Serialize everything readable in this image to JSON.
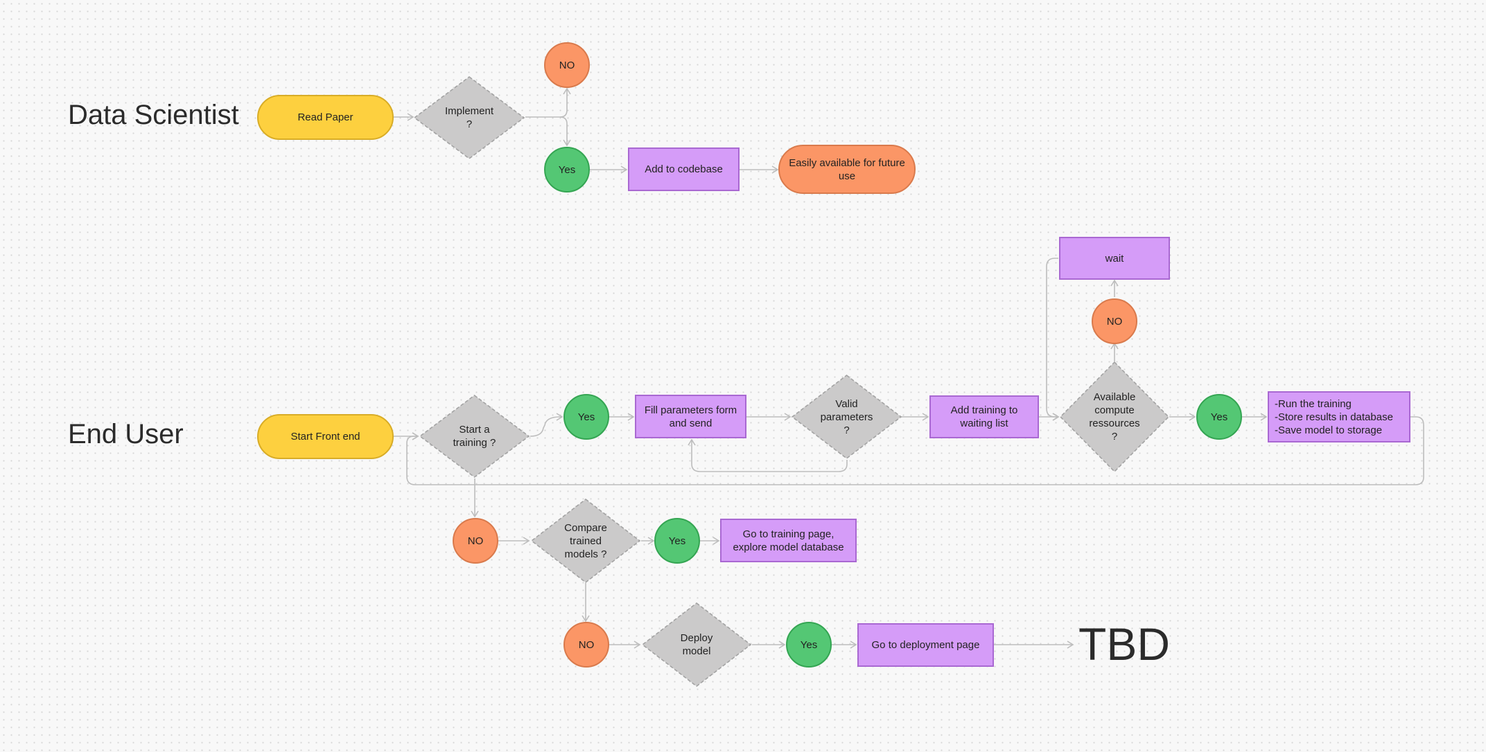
{
  "lanes": {
    "data_scientist": "Data Scientist",
    "end_user": "End User"
  },
  "data_scientist_flow": {
    "read_paper": "Read Paper",
    "implement": "Implement\n?",
    "no": "NO",
    "yes": "Yes",
    "add_to_codebase": "Add to codebase",
    "easily_available": "Easily available for future\nuse"
  },
  "end_user_flow": {
    "start_front_end": "Start Front end",
    "start_training": "Start a\ntraining ?",
    "yes_training": "Yes",
    "fill_parameters": "Fill parameters form\nand send",
    "valid_parameters": "Valid\nparameters\n?",
    "add_training": "Add training to\nwaiting list",
    "available_compute": "Available\ncompute\nressources\n?",
    "no_compute": "NO",
    "wait": "wait",
    "yes_compute": "Yes",
    "run_training": "-Run the training\n-Store results in database\n-Save model to storage",
    "no_training": "NO",
    "compare_models": "Compare\ntrained\nmodels ?",
    "yes_compare": "Yes",
    "go_training_page": "Go to training page,\nexplore model database",
    "no_compare": "NO",
    "deploy_model": "Deploy\nmodel",
    "yes_deploy": "Yes",
    "go_deployment": "Go to deployment page",
    "tbd": "TBD"
  },
  "colors": {
    "start_yellow": "#fdd03f",
    "decision_gray": "#cbcaca",
    "no_orange": "#fb9666",
    "yes_green": "#54c774",
    "action_purple": "#d59cf8",
    "connector": "#bdbdbd"
  }
}
